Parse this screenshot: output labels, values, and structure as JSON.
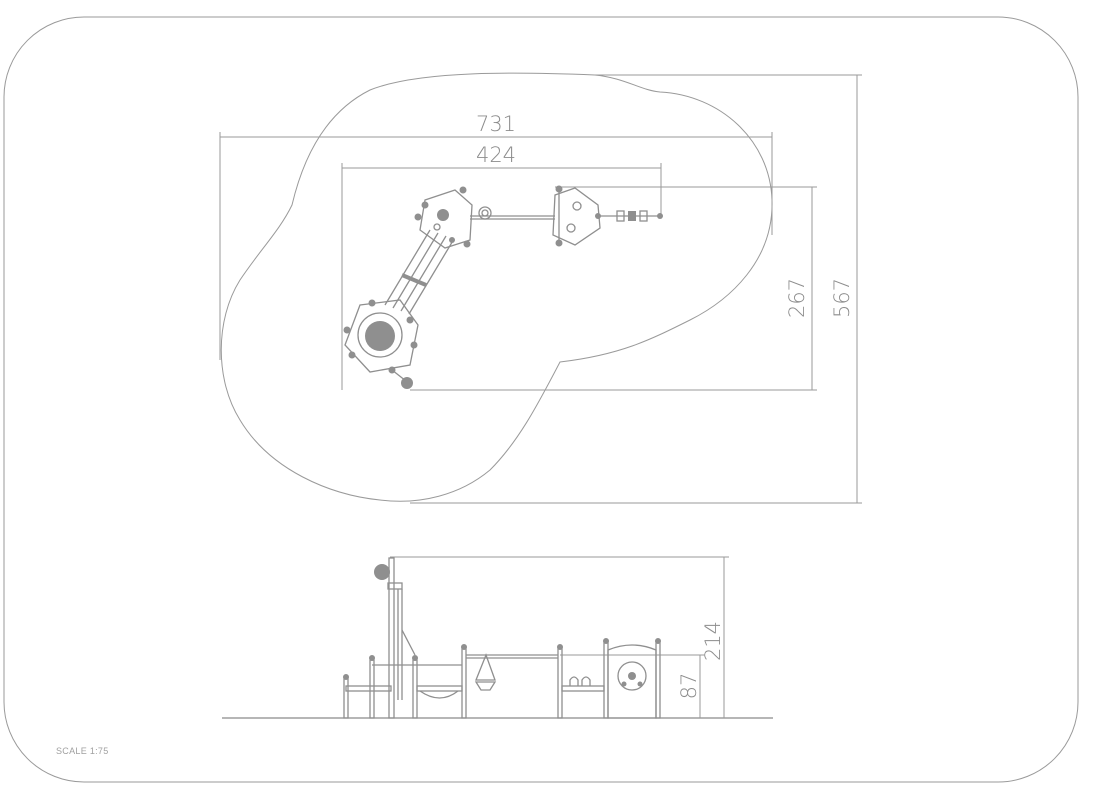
{
  "plan_view": {
    "dimensions": {
      "overall_width": "731",
      "equipment_width": "424",
      "equipment_depth": "267",
      "overall_depth": "567"
    }
  },
  "elevation_view": {
    "dimensions": {
      "total_height": "214",
      "platform_height": "87"
    }
  },
  "scale_label": "SCALE 1:75",
  "colors": {
    "line": "#9a9a9a",
    "equipment": "#8f8f8f"
  }
}
